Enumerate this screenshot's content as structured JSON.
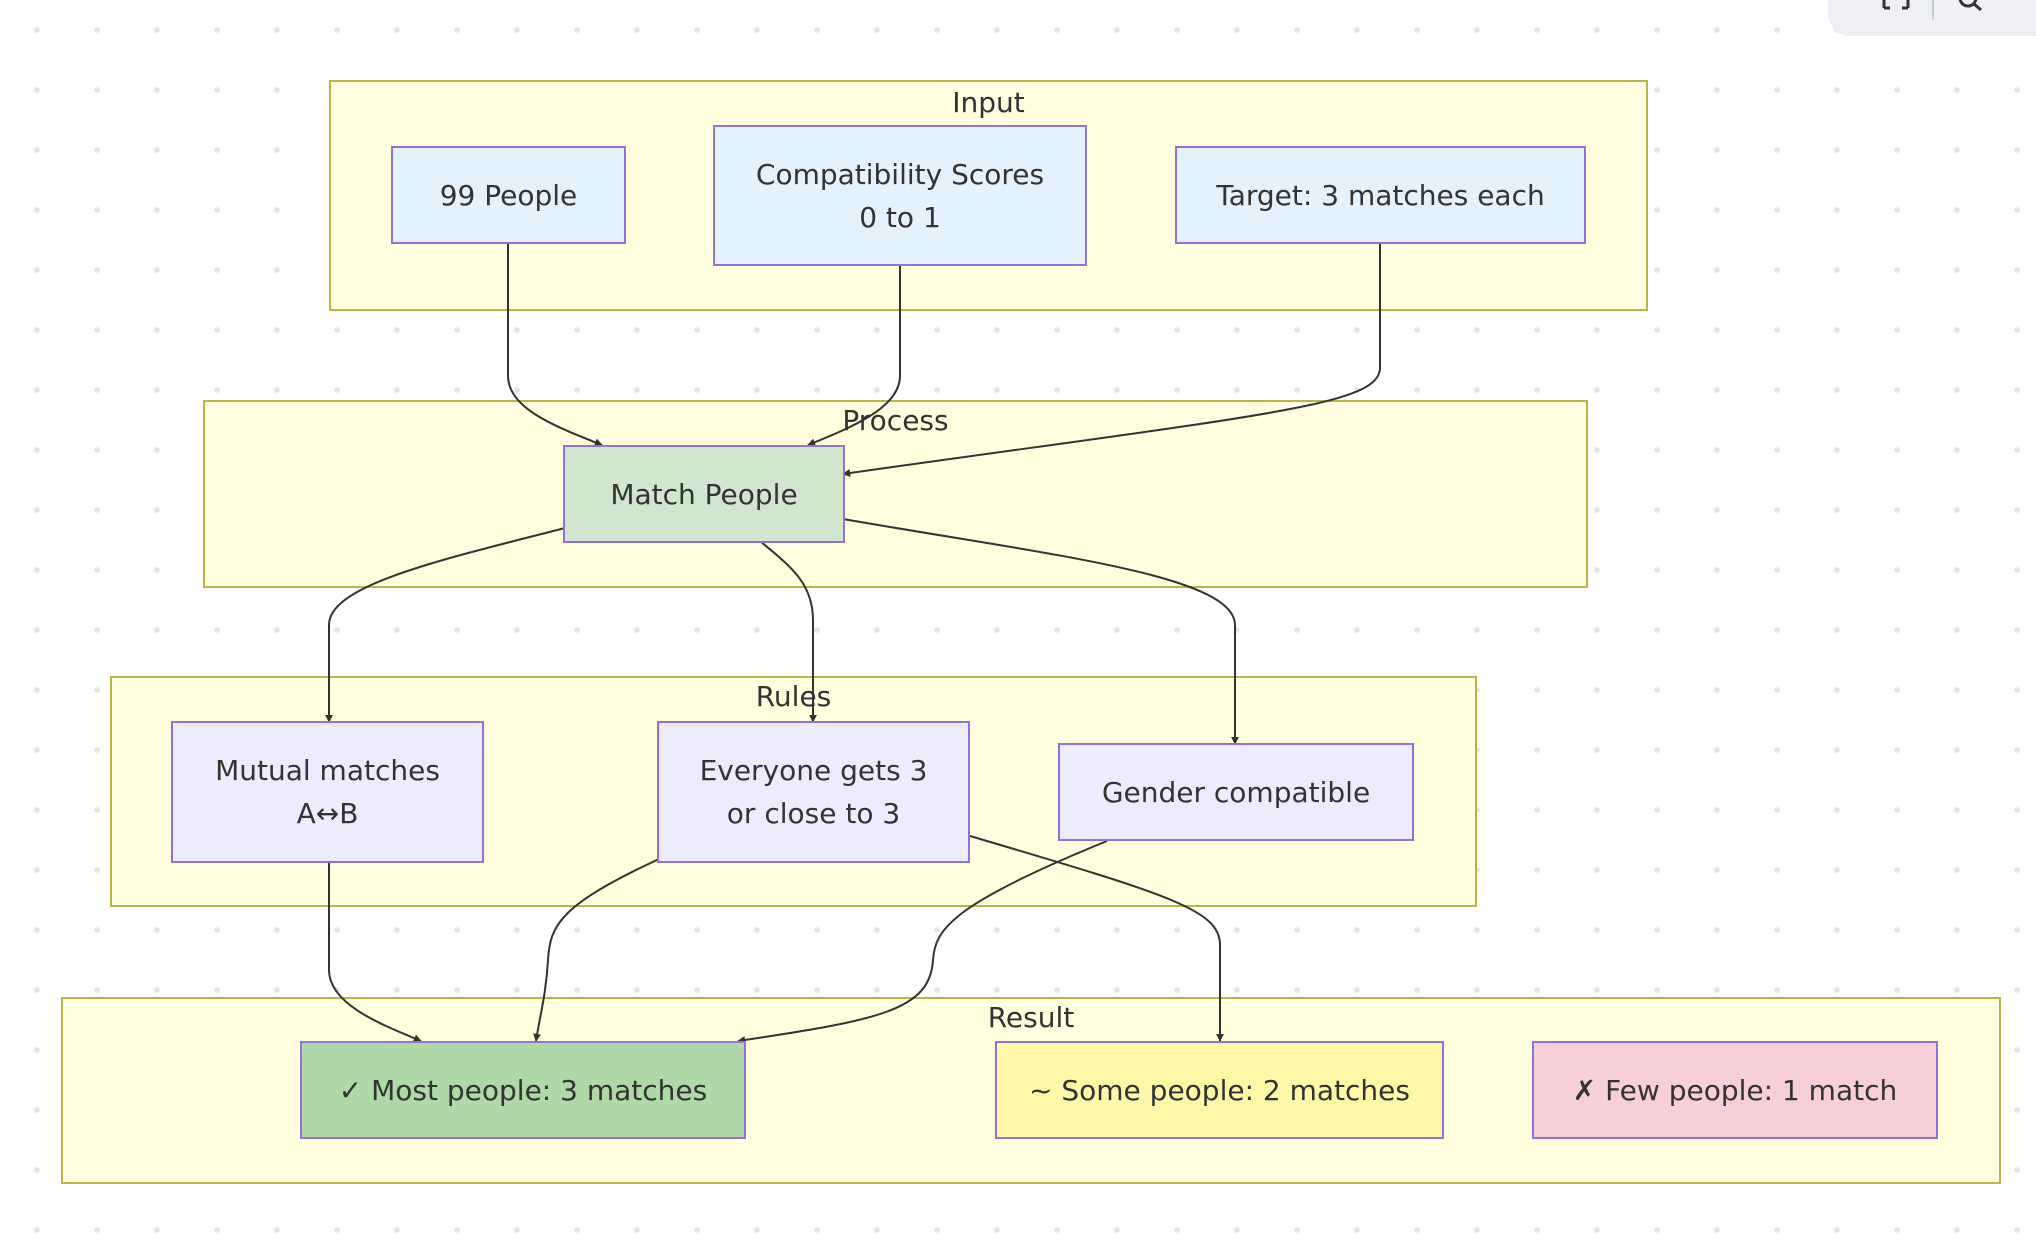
{
  "diagram": {
    "clusters": {
      "input": "Input",
      "process": "Process",
      "rules": "Rules",
      "result": "Result"
    },
    "nodes": {
      "people": "99 People",
      "scores": "Compatibility Scores\n0 to 1",
      "target": "Target: 3 matches each",
      "match": "Match People",
      "mutual": "Mutual matches\nA↔B",
      "everyone": "Everyone gets 3\nor close to 3",
      "gender": "Gender compatible",
      "most": "✓ Most people: 3 matches",
      "some": "~ Some people: 2 matches",
      "few": "✗ Few people: 1 match"
    },
    "colors": {
      "input_node": "#e3f2fd",
      "process_node": "#d0e6cf",
      "rule_node": "#ececfe",
      "result_most": "#b0d8a8",
      "result_some": "#fff7a8",
      "result_few": "#f7cfd6",
      "cluster_fill": "#fffede",
      "cluster_border": "#b8b54a",
      "node_border": "#9370db",
      "edge": "#333333"
    }
  },
  "toolbar": {
    "icons": [
      "fit-view-icon",
      "zoom-icon"
    ]
  }
}
